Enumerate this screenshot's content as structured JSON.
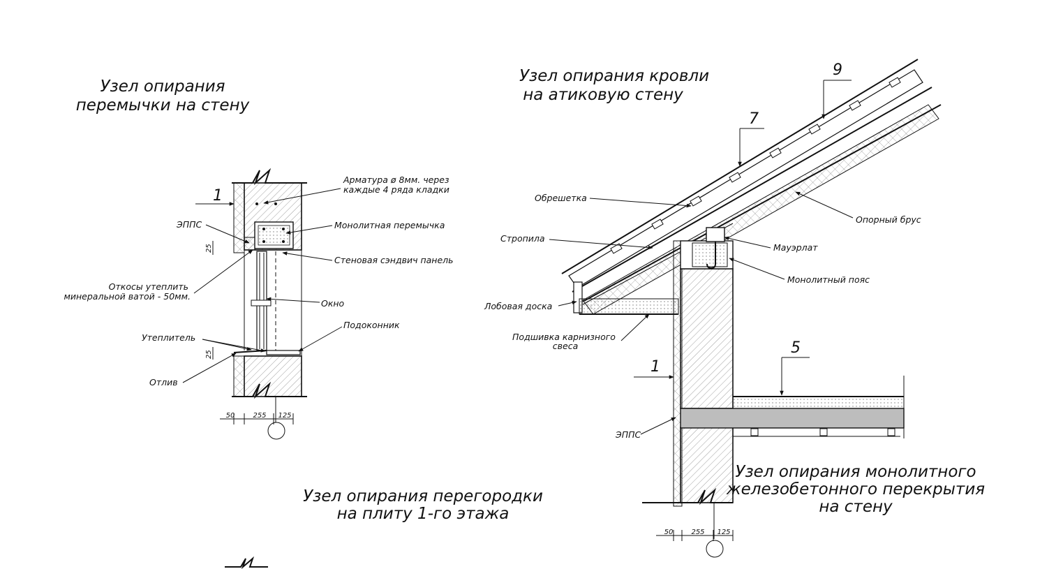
{
  "titles": {
    "lintel_1": "Узел опирания",
    "lintel_2": "перемычки на стену",
    "roof_1": "Узел опирания кровли",
    "roof_2": "на атиковую стену",
    "slab_1": "Узел опирания монолитного",
    "slab_2": "железобетонного перекрытия",
    "slab_3": "на стену",
    "partition_1": "Узел опирания перегородки",
    "partition_2": "на плиту 1-го этажа"
  },
  "lintel_labels": {
    "rebar_1": "Арматура ø 8мм. через",
    "rebar_2": "каждые 4 ряда кладки",
    "monolithic_lintel": "Монолитная перемычка",
    "epps": "ЭППС",
    "sandwich_panel": "Стеновая сэндвич панель",
    "slopes_1": "Откосы утеплить",
    "slopes_2": "минеральной ватой - 50мм.",
    "window": "Окно",
    "sill": "Подоконник",
    "insulation": "Утеплитель",
    "drip": "Отлив",
    "callout": "1"
  },
  "roof_labels": {
    "battens": "Обрешетка",
    "rafter": "Стропила",
    "fascia": "Лобовая доска",
    "soffit_1": "Подшивка карнизного",
    "soffit_2": "свеса",
    "support_beam": "Опорный брус",
    "mauerlat": "Мауэрлат",
    "mono_belt": "Монолитный пояс",
    "callout_9": "9",
    "callout_7": "7",
    "callout_1": "1",
    "callout_5": "5",
    "epps": "ЭППС"
  },
  "dimensions": {
    "lintel": [
      "50",
      "255",
      "125"
    ],
    "slab": [
      "50",
      "255",
      "125"
    ],
    "lintel_vertical": [
      "25",
      "25"
    ]
  }
}
